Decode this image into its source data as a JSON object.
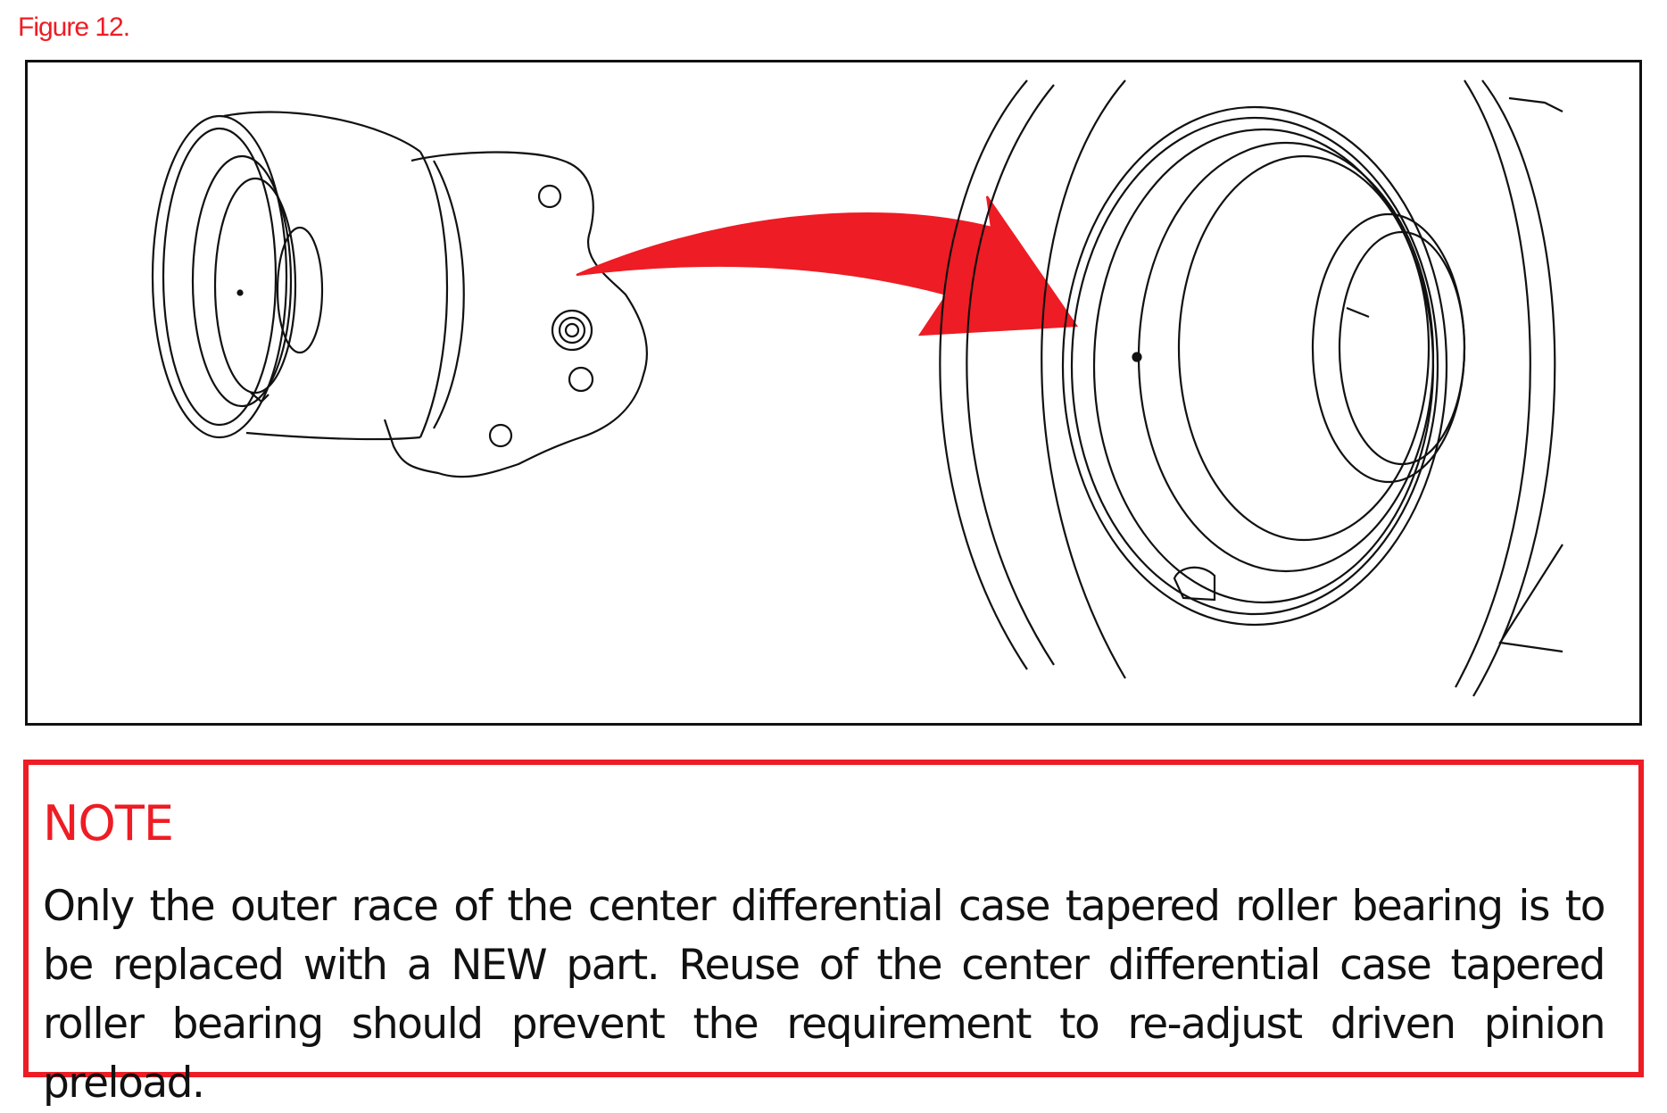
{
  "figure": {
    "caption": "Figure 12.",
    "colors": {
      "arrow": "#ee1c24",
      "line": "#111111"
    }
  },
  "note": {
    "title": "NOTE",
    "body": "Only the outer race of the center differential case tapered roller bearing is to be replaced with a NEW part. Reuse of the center differential case tapered roller bearing should prevent the requirement to re-adjust driven pinion preload.",
    "border_color": "#ee1c24"
  }
}
